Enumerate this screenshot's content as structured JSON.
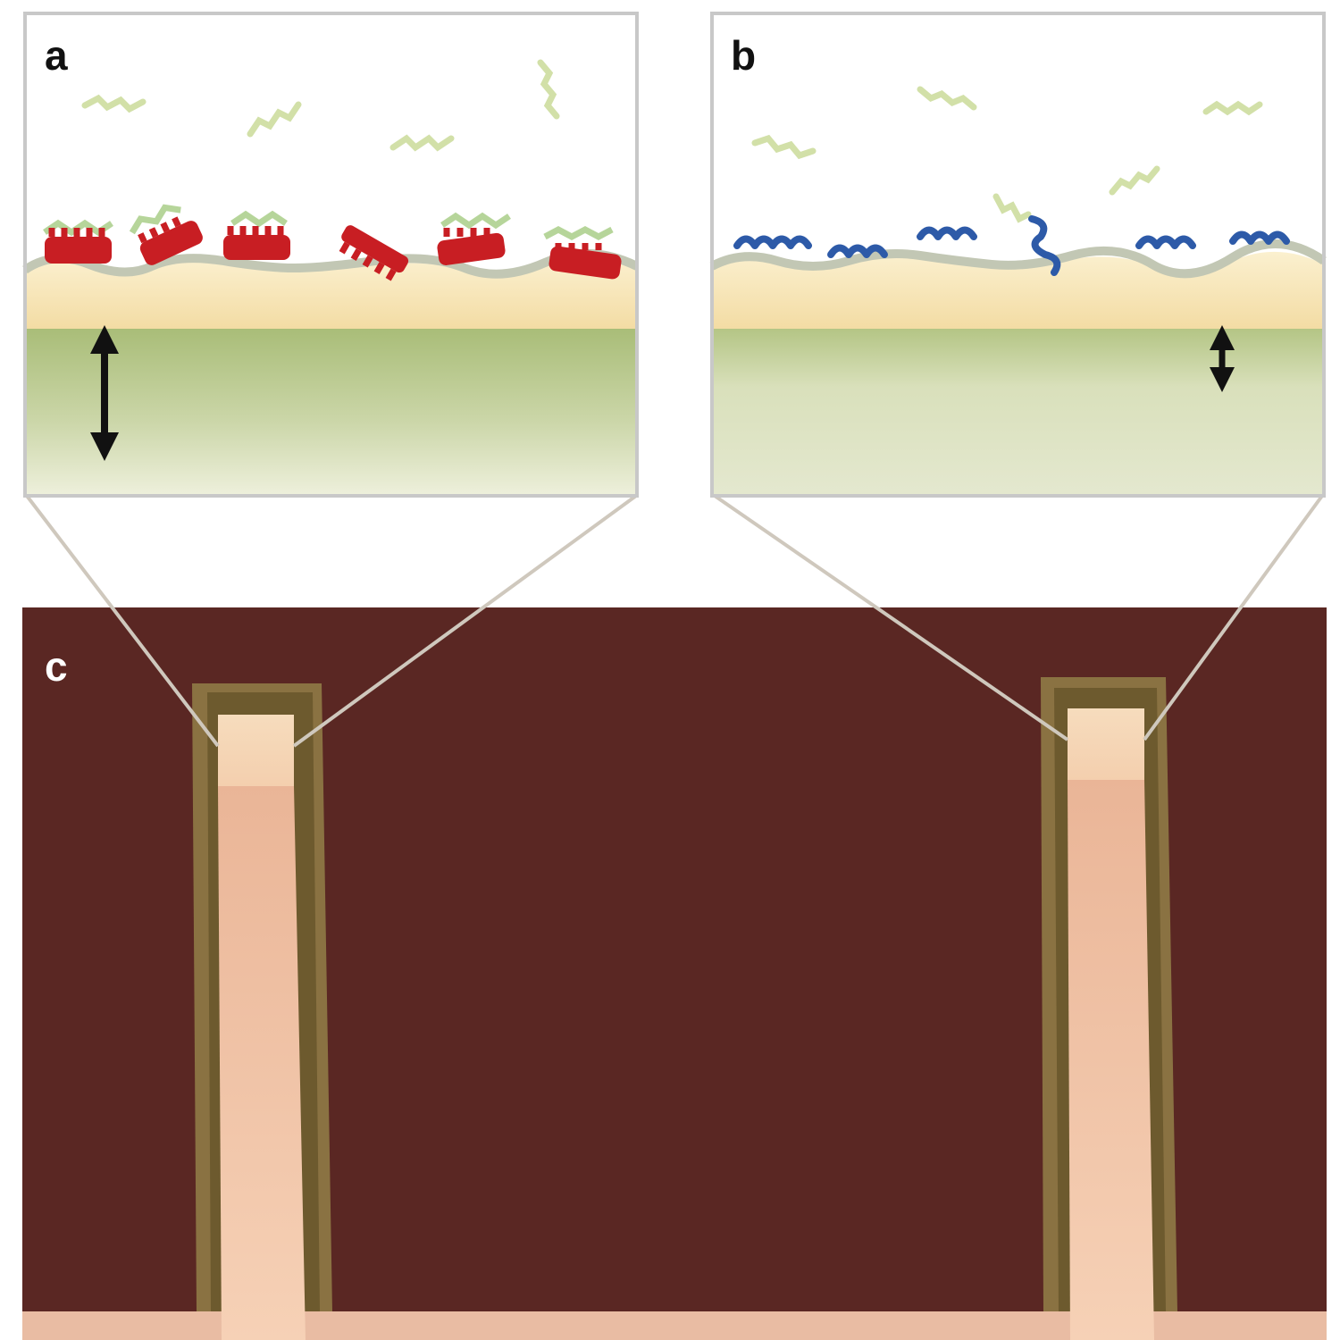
{
  "panels": {
    "a": {
      "label": "a"
    },
    "b": {
      "label": "b"
    },
    "c": {
      "label": "c"
    }
  },
  "colors": {
    "panel_border": "#c8c8c8",
    "background_band": "#5a2723",
    "molecule_free": "#d7e3b2",
    "molecule_bound_a": "#c81e23",
    "molecule_bound_b": "#2d5aa8",
    "gold_layer": "#f6e4b4",
    "membrane_green": "#b3c48d",
    "strip_pink": "#f1c5a9",
    "arrow": "#111111"
  },
  "arrows": {
    "a_relative_length": 1.0,
    "b_relative_length": 0.45
  }
}
